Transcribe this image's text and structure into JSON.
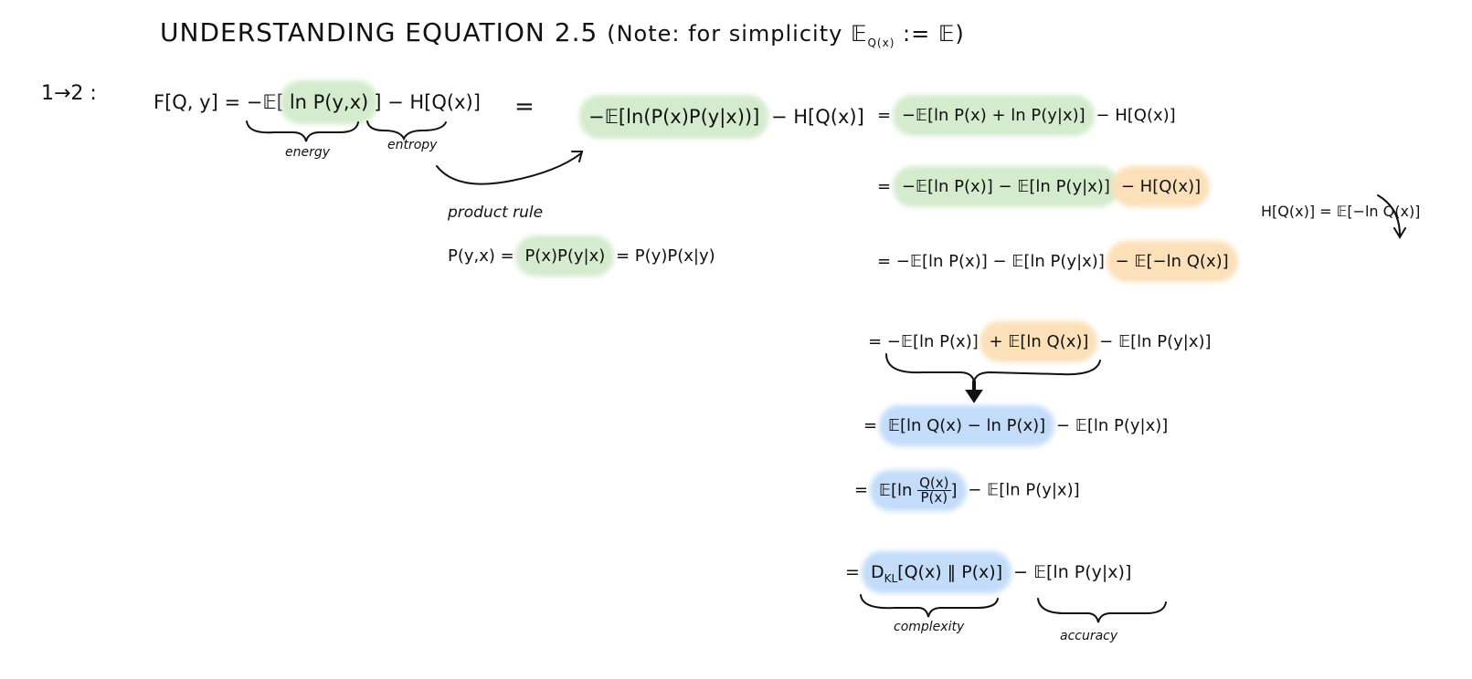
{
  "title": "UNDERSTANDING EQUATION 2.5",
  "note": "(Note: for simplicity 𝔼",
  "note_sub": "Q(x)",
  "note_end": " := 𝔼)",
  "step_label": "1→2 :",
  "line1": {
    "a": "F[Q, y] = −𝔼[",
    "hl": "ln P(y,x)",
    "b": "] − H[Q(x)]"
  },
  "energy_label": "energy",
  "entropy_label": "entropy",
  "equals": "=",
  "line1b": {
    "hl": "−𝔼[ln(P(x)P(y|x))]",
    "b": " − H[Q(x)]"
  },
  "line1c": {
    "a": "= ",
    "hl": "−𝔼[ln P(x) + ln P(y|x)]",
    "b": " − H[Q(x)]"
  },
  "product_rule_label": "product rule",
  "product_rule": {
    "a": "P(y,x) = ",
    "hl": "P(x)P(y|x)",
    "b": " = P(y)P(x|y)"
  },
  "line2": {
    "a": "= ",
    "hl_green": "−𝔼[ln P(x)] − 𝔼[ln P(y|x)]",
    "hl_orange": "− H[Q(x)]"
  },
  "side_note": "H[Q(x)] = 𝔼[−ln Q(x)]",
  "line3": {
    "a": "= −𝔼[ln P(x)] − 𝔼[ln P(y|x)] ",
    "hl_orange": "− 𝔼[−ln Q(x)]"
  },
  "line4": {
    "a": "= −𝔼[ln P(x)] ",
    "hl_orange": "+ 𝔼[ln Q(x)]",
    "b": " − 𝔼[ln P(y|x)]"
  },
  "line5": {
    "a": "= ",
    "hl_blue": "𝔼[ln Q(x) − ln P(x)]",
    "b": "  − 𝔼[ln P(y|x)]"
  },
  "line6": {
    "a": "= ",
    "hl_pre": "𝔼[ln ",
    "num": "Q(x)",
    "den": "P(x)",
    "hl_post": "]",
    "b": " − 𝔼[ln P(y|x)]"
  },
  "line7": {
    "a": "= ",
    "hl_blue_pre": "D",
    "kl": "KL",
    "hl_blue_post": "[Q(x) ‖ P(x)]",
    "b": " − 𝔼[ln P(y|x)]"
  },
  "complexity_label": "complexity",
  "accuracy_label": "accuracy",
  "colors": {
    "green": "#d4ebcd",
    "orange": "#fbe0b9",
    "blue": "#c3dcfa"
  }
}
